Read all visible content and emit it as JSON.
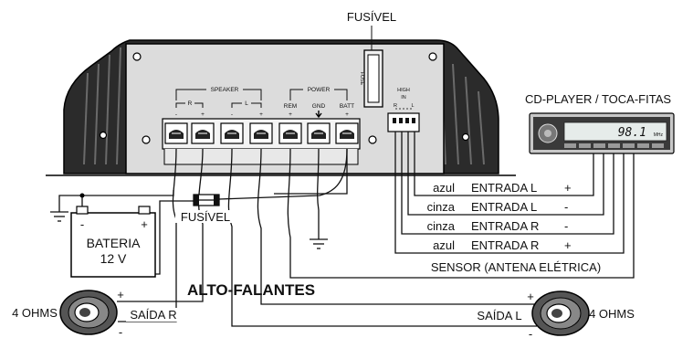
{
  "labels": {
    "fuse_top": "FUSÍVEL",
    "fuse_wire": "FUSÍVEL",
    "cd_player": "CD-PLAYER / TOCA-FITAS",
    "speakers_title": "ALTO-FALANTES",
    "sensor": "SENSOR (ANTENA ELÉTRICA)",
    "battery_name": "BATERIA",
    "battery_volts": "12 V",
    "battery_minus": "-",
    "battery_plus": "+",
    "left_ohms": "4 OHMS",
    "right_ohms": "4 OHMS",
    "out_r": "SAÍDA R",
    "out_l": "SAÍDA L"
  },
  "amplifier": {
    "speaker_group": "SPEAKER",
    "speaker_r": "R",
    "speaker_l": "L",
    "power_group": "POWER",
    "terminals": [
      {
        "label": "-"
      },
      {
        "label": "+"
      },
      {
        "label": "-"
      },
      {
        "label": "+"
      },
      {
        "label": "REM"
      },
      {
        "label": "GND"
      },
      {
        "label": "BATT"
      }
    ],
    "power_signs": [
      "+",
      "",
      "+"
    ],
    "fuse_small": "FUSE",
    "high_in": [
      "HIGH",
      "IN"
    ],
    "high_in_rl": [
      "R",
      "L"
    ]
  },
  "head_unit": {
    "display": "98.1",
    "unit": "MHz"
  },
  "inputs": [
    {
      "color": "azul",
      "name": "ENTRADA L",
      "sign": "+"
    },
    {
      "color": "cinza",
      "name": "ENTRADA L",
      "sign": "-"
    },
    {
      "color": "cinza",
      "name": "ENTRADA R",
      "sign": "-"
    },
    {
      "color": "azul",
      "name": "ENTRADA R",
      "sign": "+"
    }
  ],
  "speaker_left": {
    "plus": "+",
    "minus": "-"
  },
  "speaker_right": {
    "plus": "+",
    "minus": "-"
  }
}
